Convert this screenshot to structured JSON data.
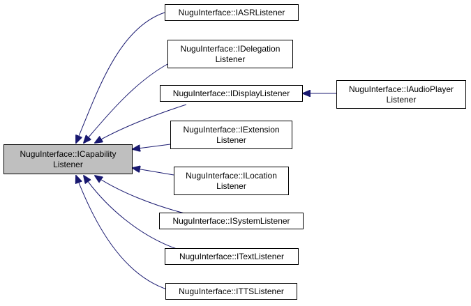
{
  "diagram": {
    "accent_color": "#191970",
    "focus_fill": "#bfbfbf",
    "nodes": {
      "icapability": {
        "line1": "NuguInterface::ICapability",
        "line2": "Listener"
      },
      "iasr": {
        "line1": "NuguInterface::IASRListener"
      },
      "idelegation": {
        "line1": "NuguInterface::IDelegation",
        "line2": "Listener"
      },
      "idisplay": {
        "line1": "NuguInterface::IDisplayListener"
      },
      "iaudioplayer": {
        "line1": "NuguInterface::IAudioPlayer",
        "line2": "Listener"
      },
      "iextension": {
        "line1": "NuguInterface::IExtension",
        "line2": "Listener"
      },
      "ilocation": {
        "line1": "NuguInterface::ILocation",
        "line2": "Listener"
      },
      "isystem": {
        "line1": "NuguInterface::ISystemListener"
      },
      "itext": {
        "line1": "NuguInterface::ITextListener"
      },
      "itts": {
        "line1": "NuguInterface::ITTSListener"
      }
    },
    "edges": [
      {
        "from": "iasr",
        "to": "icapability"
      },
      {
        "from": "idelegation",
        "to": "icapability"
      },
      {
        "from": "idisplay",
        "to": "icapability"
      },
      {
        "from": "iextension",
        "to": "icapability"
      },
      {
        "from": "ilocation",
        "to": "icapability"
      },
      {
        "from": "isystem",
        "to": "icapability"
      },
      {
        "from": "itext",
        "to": "icapability"
      },
      {
        "from": "itts",
        "to": "icapability"
      },
      {
        "from": "iaudioplayer",
        "to": "idisplay"
      }
    ]
  }
}
